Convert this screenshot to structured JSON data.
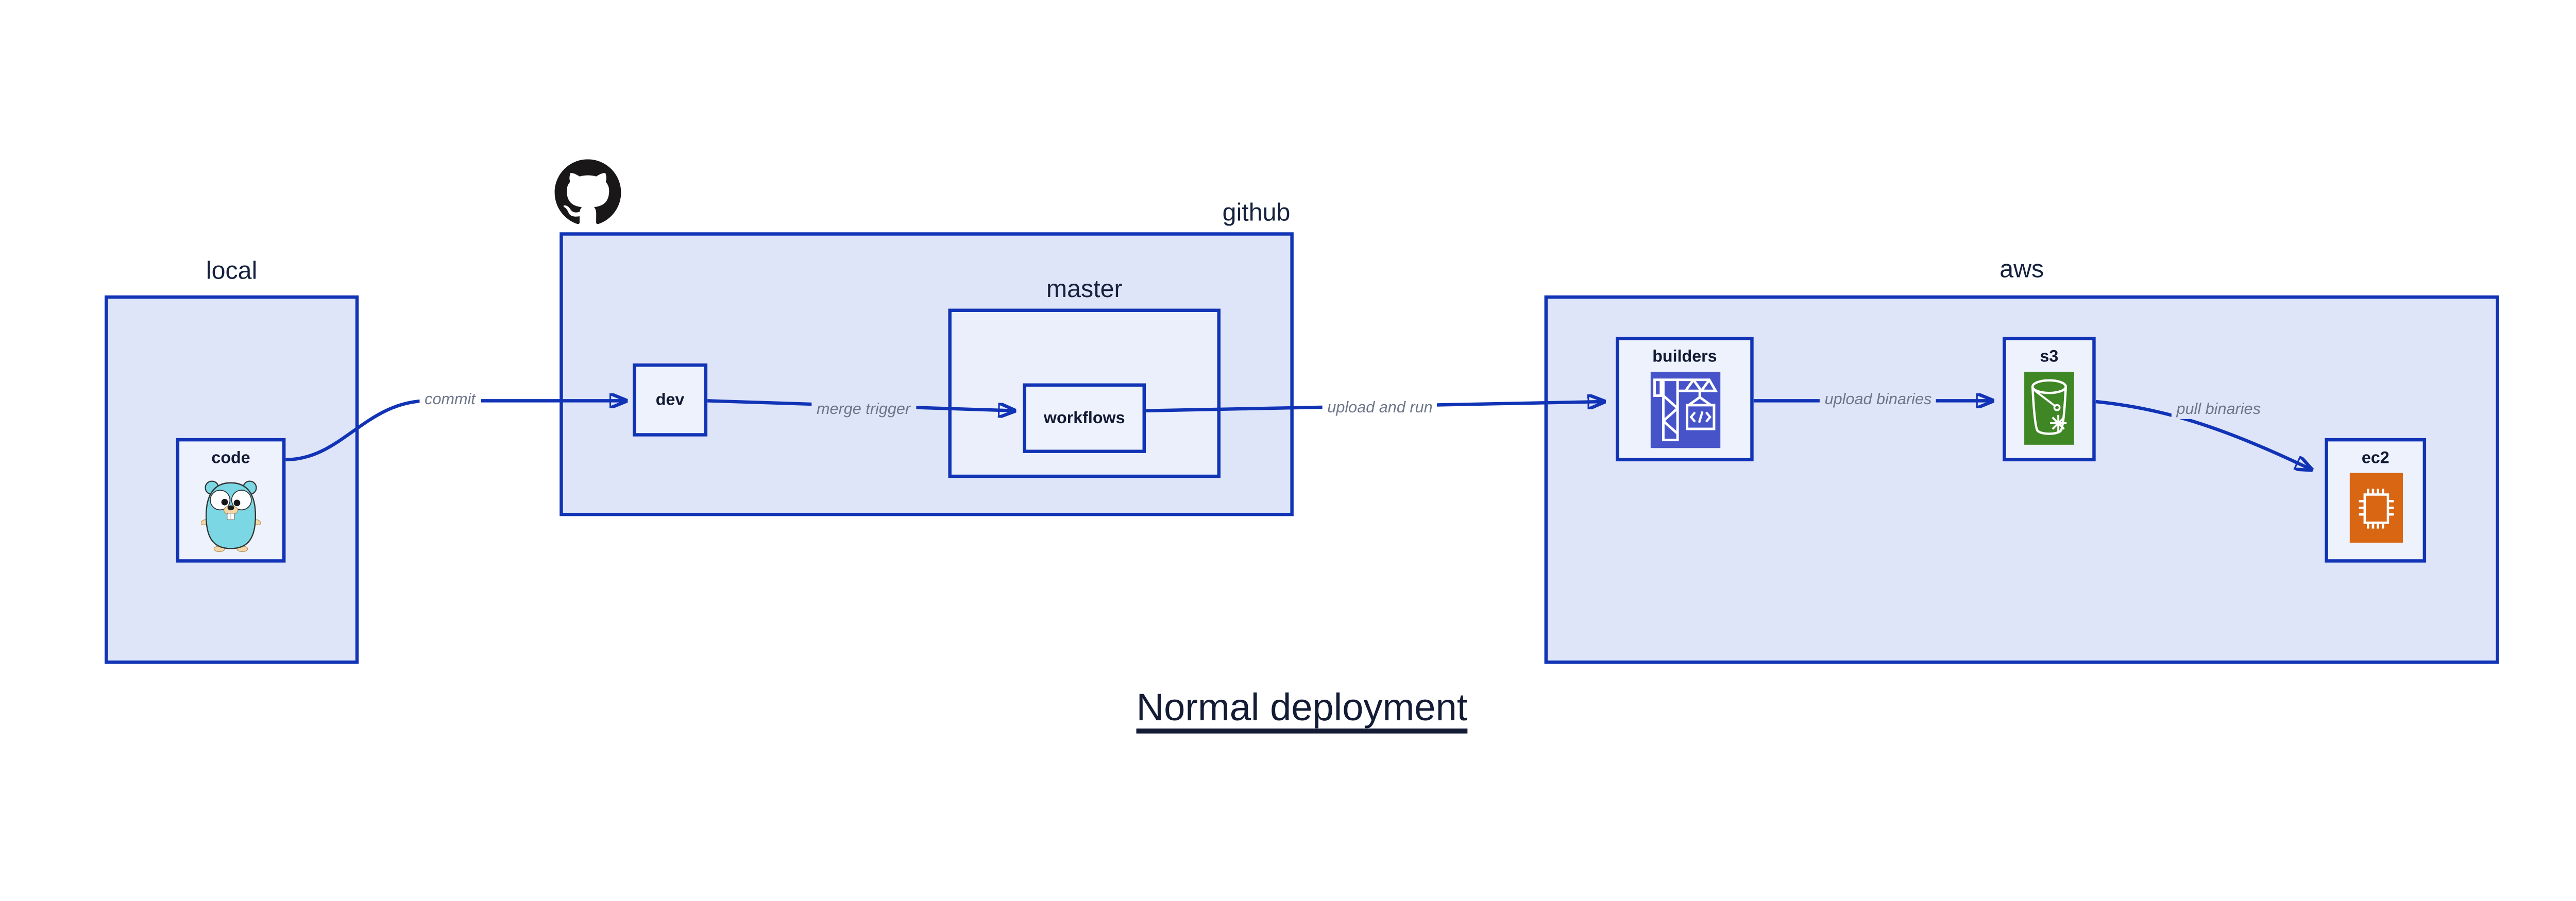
{
  "title": {
    "text": "Normal deployment"
  },
  "groups": [
    {
      "id": "local",
      "label": "local"
    },
    {
      "id": "github",
      "label": "github"
    },
    {
      "id": "master",
      "label": "master"
    },
    {
      "id": "aws",
      "label": "aws"
    }
  ],
  "nodes": [
    {
      "id": "code",
      "label": "code",
      "icon": "go-gopher-icon"
    },
    {
      "id": "dev",
      "label": "dev",
      "icon": null
    },
    {
      "id": "workflows",
      "label": "workflows",
      "icon": null
    },
    {
      "id": "builders",
      "label": "builders",
      "icon": "codebuild-crane-icon"
    },
    {
      "id": "s3",
      "label": "s3",
      "icon": "s3-bucket-icon"
    },
    {
      "id": "ec2",
      "label": "ec2",
      "icon": "ec2-chip-icon"
    }
  ],
  "edges": [
    {
      "from": "code",
      "to": "dev",
      "label": "commit"
    },
    {
      "from": "dev",
      "to": "workflows",
      "label": "merge trigger"
    },
    {
      "from": "workflows",
      "to": "builders",
      "label": "upload and run"
    },
    {
      "from": "builders",
      "to": "s3",
      "label": "upload binaries"
    },
    {
      "from": "s3",
      "to": "ec2",
      "label": "pull binaries"
    }
  ],
  "colors": {
    "accent_blue": "#1133b6",
    "group_fill": "#dfe5f9",
    "master_fill": "#ebeffb",
    "node_fill": "#eef2fc",
    "edge_label_gray": "#6d7689",
    "text_navy": "#131b35",
    "codebuild_indigo": "#4754c9",
    "s3_green": "#3f8624",
    "ec2_orange": "#d86613",
    "github_black": "#191717",
    "gopher_teal": "#7cd7e4"
  }
}
